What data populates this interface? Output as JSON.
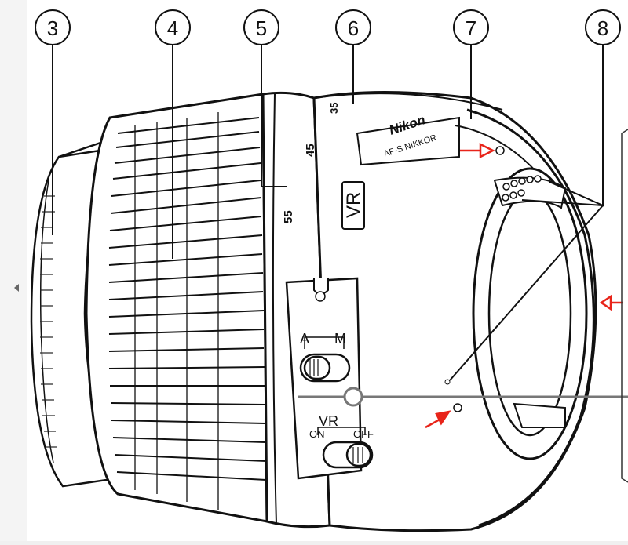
{
  "callouts": [
    {
      "id": "3",
      "label": "3"
    },
    {
      "id": "4",
      "label": "4"
    },
    {
      "id": "5",
      "label": "5"
    },
    {
      "id": "6",
      "label": "6"
    },
    {
      "id": "7",
      "label": "7"
    },
    {
      "id": "8",
      "label": "8"
    }
  ],
  "lens": {
    "brand": "Nikon",
    "model": "AF-S NIKKOR",
    "vr_badge": "VR",
    "focal_marks": [
      "35",
      "45",
      "55"
    ],
    "af_switch": {
      "label_a": "A",
      "label_m": "M"
    },
    "vr_switch": {
      "label": "VR",
      "label_on": "ON",
      "label_off": "OFF"
    }
  },
  "colors": {
    "line": "#111111",
    "marker": "#e8241a",
    "background": "#ffffff"
  },
  "icons": [
    "mount-index-arrow-icon",
    "panel-collapse-arrow-icon",
    "zoom-indicator-icon"
  ]
}
